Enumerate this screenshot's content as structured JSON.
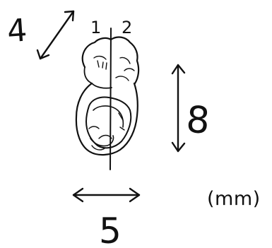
{
  "labels": {
    "width_top": "4",
    "height": "8",
    "width_bottom": "5",
    "line_1": "1",
    "line_2": "2",
    "unit": "(mm)"
  }
}
